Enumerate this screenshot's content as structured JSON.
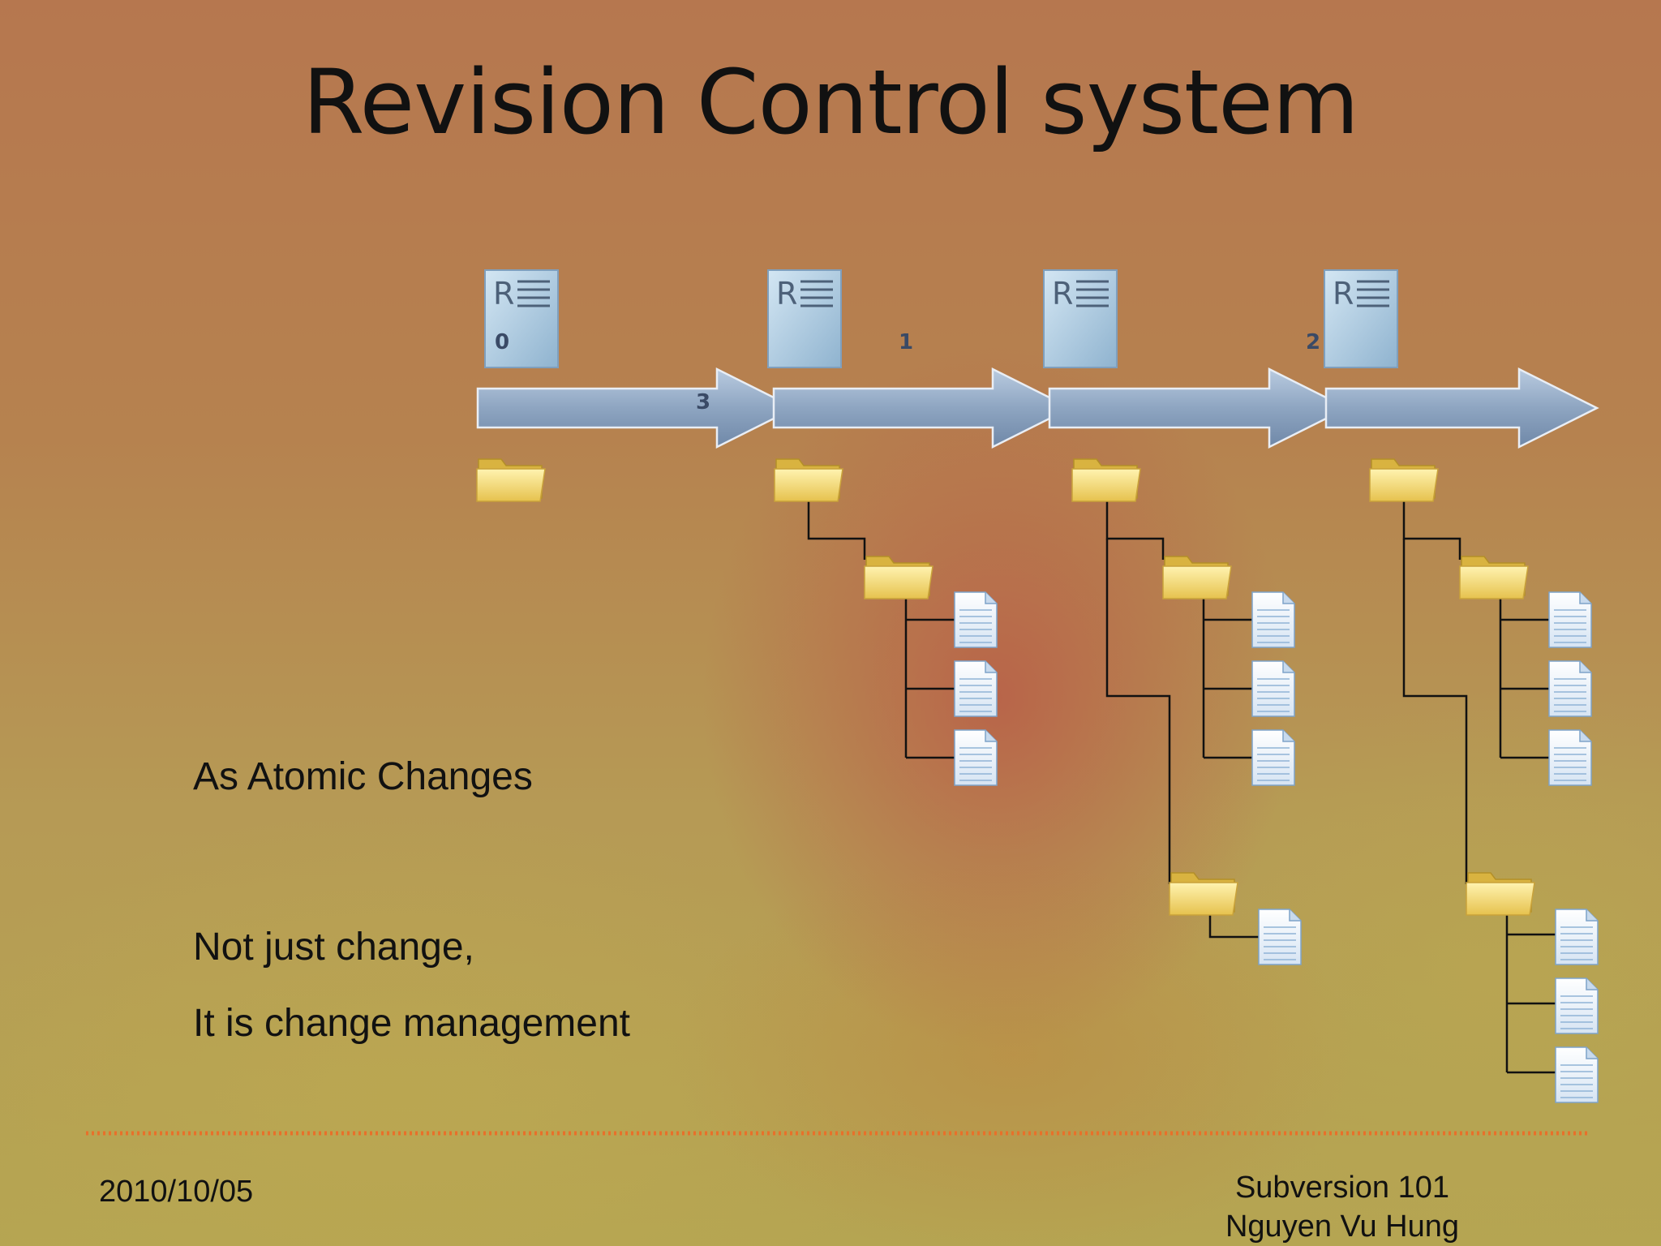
{
  "slide": {
    "title": "Revision Control system",
    "line1": "As Atomic Changes",
    "line2": "Not just change,",
    "line3": "It is change management",
    "date": "2010/10/05",
    "footer_line1": "Subversion 101",
    "footer_line2": "Nguyen Vu Hung"
  },
  "diagram": {
    "revision_labels": [
      "0",
      "1",
      "2",
      "3"
    ],
    "repo_icon_letter": "R",
    "colors": {
      "arrow": "#8fa6c2",
      "separator": "#e8702a",
      "folder": "#f2d873",
      "document": "#e4eef9"
    }
  }
}
